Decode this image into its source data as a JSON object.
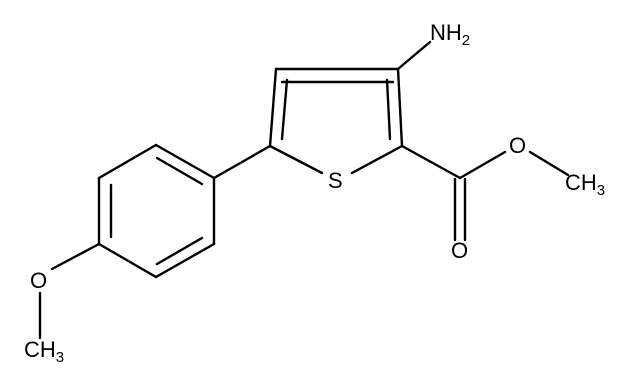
{
  "molecule": {
    "atoms": {
      "amino": {
        "main": "NH",
        "sub": "2"
      },
      "sulfur": {
        "main": "S"
      },
      "ester_oxygen": {
        "main": "O"
      },
      "ester_methyl": {
        "main": "CH",
        "sub": "3"
      },
      "carbonyl_oxygen": {
        "main": "O"
      },
      "ether_oxygen": {
        "main": "O"
      },
      "ether_methyl": {
        "main": "CH",
        "sub": "3"
      }
    }
  },
  "colors": {
    "bond": "#000000",
    "text": "#000000",
    "background": "#ffffff"
  }
}
